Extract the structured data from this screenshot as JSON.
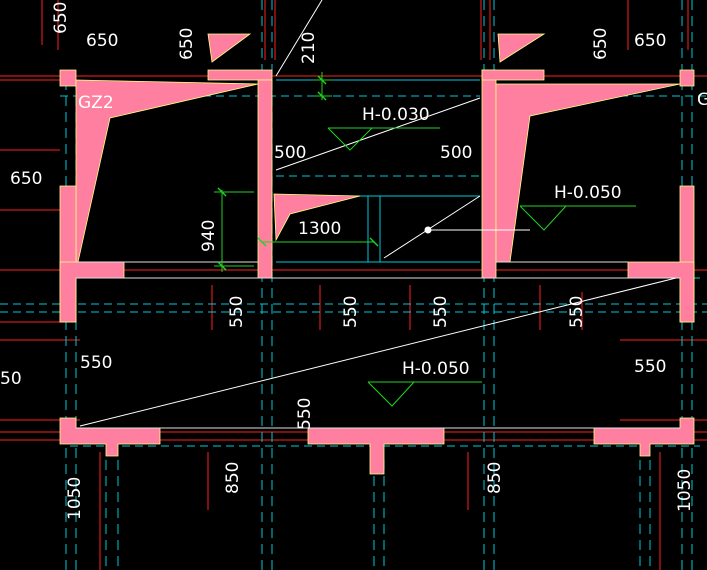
{
  "colors": {
    "background": "#000000",
    "wall": "#ff7fa0",
    "cyan": "#00c8d8",
    "red": "#ff1e1e",
    "green": "#1fd61f",
    "white": "#ffffff",
    "yellow": "#c8c800"
  },
  "labels": {
    "gz2": "GZ2",
    "g_edge": "G",
    "level_mid_top": "H-0.030",
    "level_right": "H-0.050",
    "level_bottom": "H-0.050"
  },
  "dimensions": {
    "top_left_650_v": "650",
    "top_left_650_h": "650",
    "top_mid_650_v": "650",
    "top_210": "210",
    "top_right_650_v": "650",
    "top_right_650_h": "650",
    "left_650": "650",
    "dim_500_left": "500",
    "dim_500_right": "500",
    "dim_940": "940",
    "dim_1300": "1300",
    "row_550_1": "550",
    "row_550_2": "550",
    "row_550_3": "550",
    "row_550_4": "550",
    "left_550": "550",
    "right_550": "550",
    "left_edge_50": "50",
    "mid_550_v": "550",
    "bottom_850_left": "850",
    "bottom_850_right": "850",
    "bottom_1050_left": "1050",
    "bottom_1050_right": "1050"
  }
}
